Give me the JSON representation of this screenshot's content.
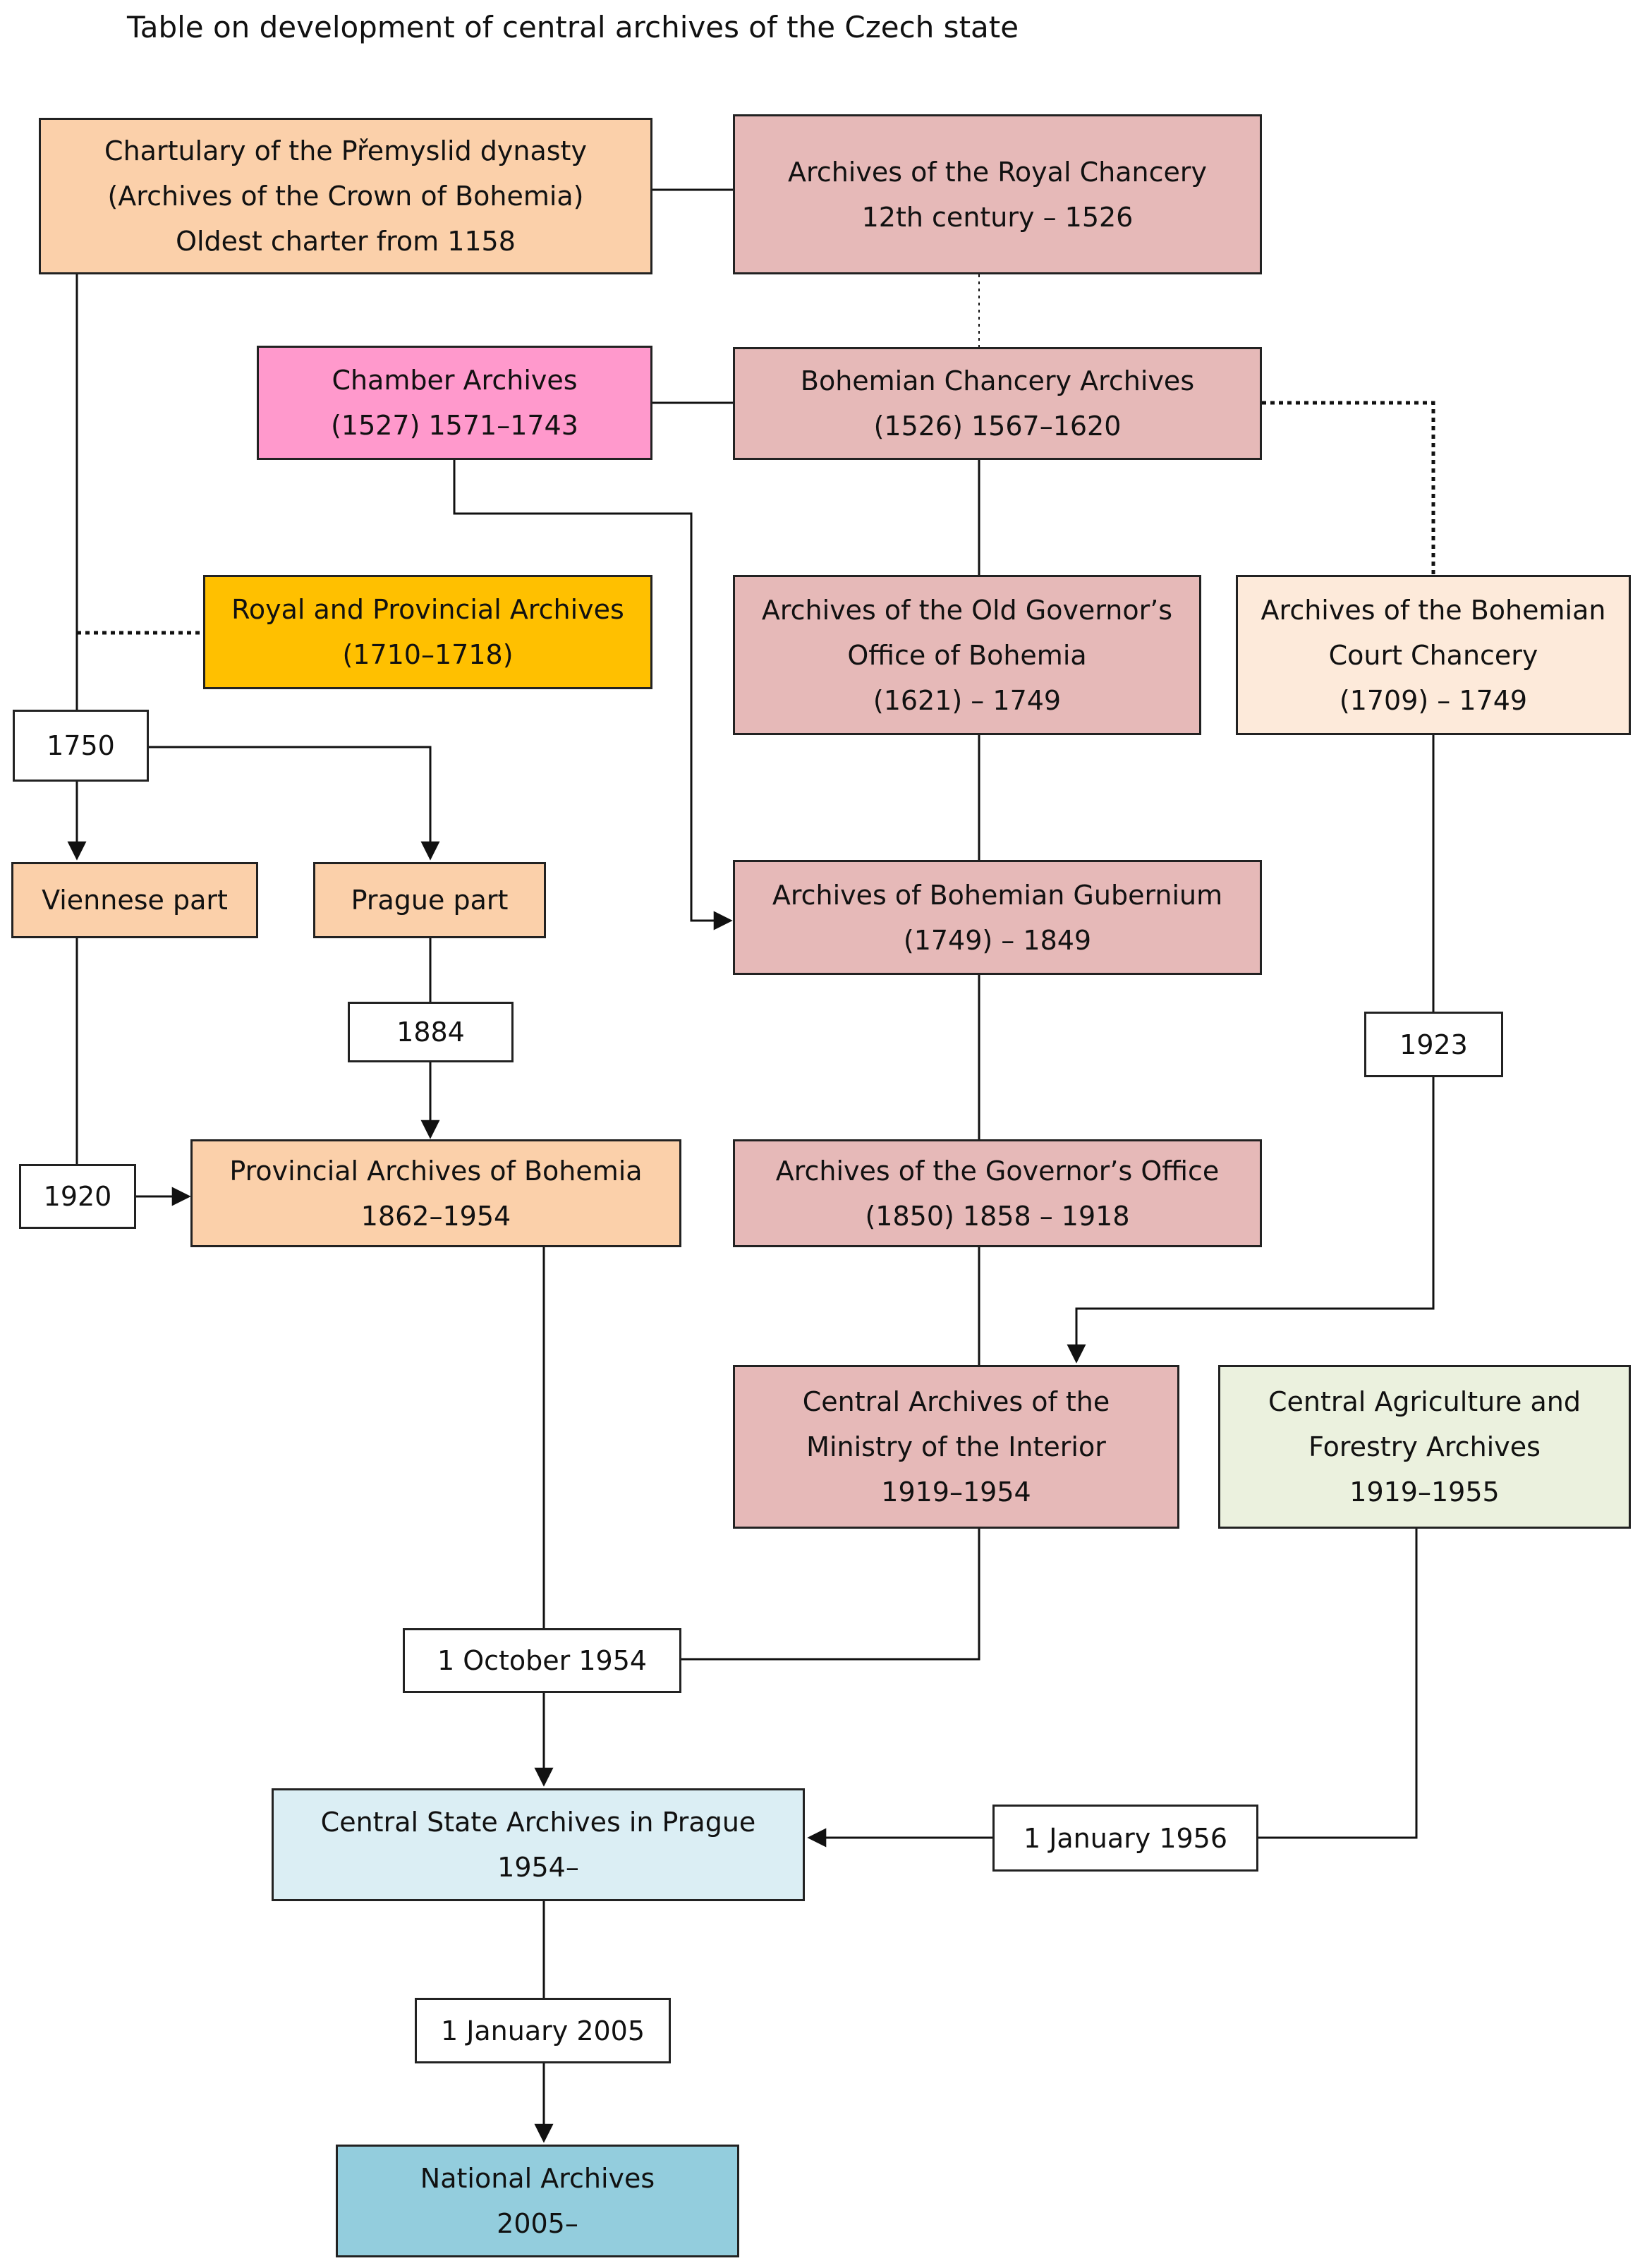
{
  "title": "Table on development of central archives of the Czech state",
  "colors": {
    "peach": "#fbd0aa",
    "rose": "#e6b9b8",
    "pink": "#ff99cc",
    "gold": "#ffc000",
    "cream": "#fdeada",
    "green": "#ebf1de",
    "lightblue": "#dbeef4",
    "blue": "#93cddd",
    "white": "#ffffff",
    "line": "#111111"
  },
  "nodes": {
    "chartulary": {
      "lines": [
        "Chartulary of the Přemyslid dynasty",
        "(Archives of the Crown of Bohemia)",
        "Oldest charter from 1158"
      ]
    },
    "royal_chancery": {
      "lines": [
        "Archives of the Royal Chancery",
        "12th century – 1526"
      ]
    },
    "chamber": {
      "lines": [
        "Chamber Archives",
        "(1527) 1571–1743"
      ]
    },
    "bohemian_chancery": {
      "lines": [
        "Bohemian Chancery Archives",
        "(1526) 1567–1620"
      ]
    },
    "royal_provincial": {
      "lines": [
        "Royal and Provincial Archives",
        "(1710–1718)"
      ]
    },
    "old_governor": {
      "lines": [
        "Archives of the Old Governor’s",
        "Office of Bohemia",
        "(1621) – 1749"
      ]
    },
    "court_chancery": {
      "lines": [
        "Archives of the Bohemian",
        "Court Chancery",
        "(1709) – 1749"
      ]
    },
    "viennese": {
      "lines": [
        "Viennese part"
      ]
    },
    "prague": {
      "lines": [
        "Prague part"
      ]
    },
    "gubernium": {
      "lines": [
        "Archives of Bohemian Gubernium",
        "(1749) – 1849"
      ]
    },
    "provincial": {
      "lines": [
        "Provincial Archives of Bohemia",
        "1862–1954"
      ]
    },
    "governor": {
      "lines": [
        "Archives of the Governor’s Office",
        "(1850) 1858 – 1918"
      ]
    },
    "ministry": {
      "lines": [
        "Central Archives of the",
        "Ministry of the Interior",
        "1919–1954"
      ]
    },
    "agriculture": {
      "lines": [
        "Central Agriculture and",
        "Forestry Archives",
        "1919–1955"
      ]
    },
    "central_state": {
      "lines": [
        "Central State Archives in Prague",
        "1954–"
      ]
    },
    "national": {
      "lines": [
        "National Archives",
        "2005–"
      ]
    }
  },
  "labels": {
    "y1750": "1750",
    "y1884": "1884",
    "y1920": "1920",
    "y1923": "1923",
    "oct1954": "1 October 1954",
    "jan1956": "1 January 1956",
    "jan2005": "1 January 2005"
  }
}
